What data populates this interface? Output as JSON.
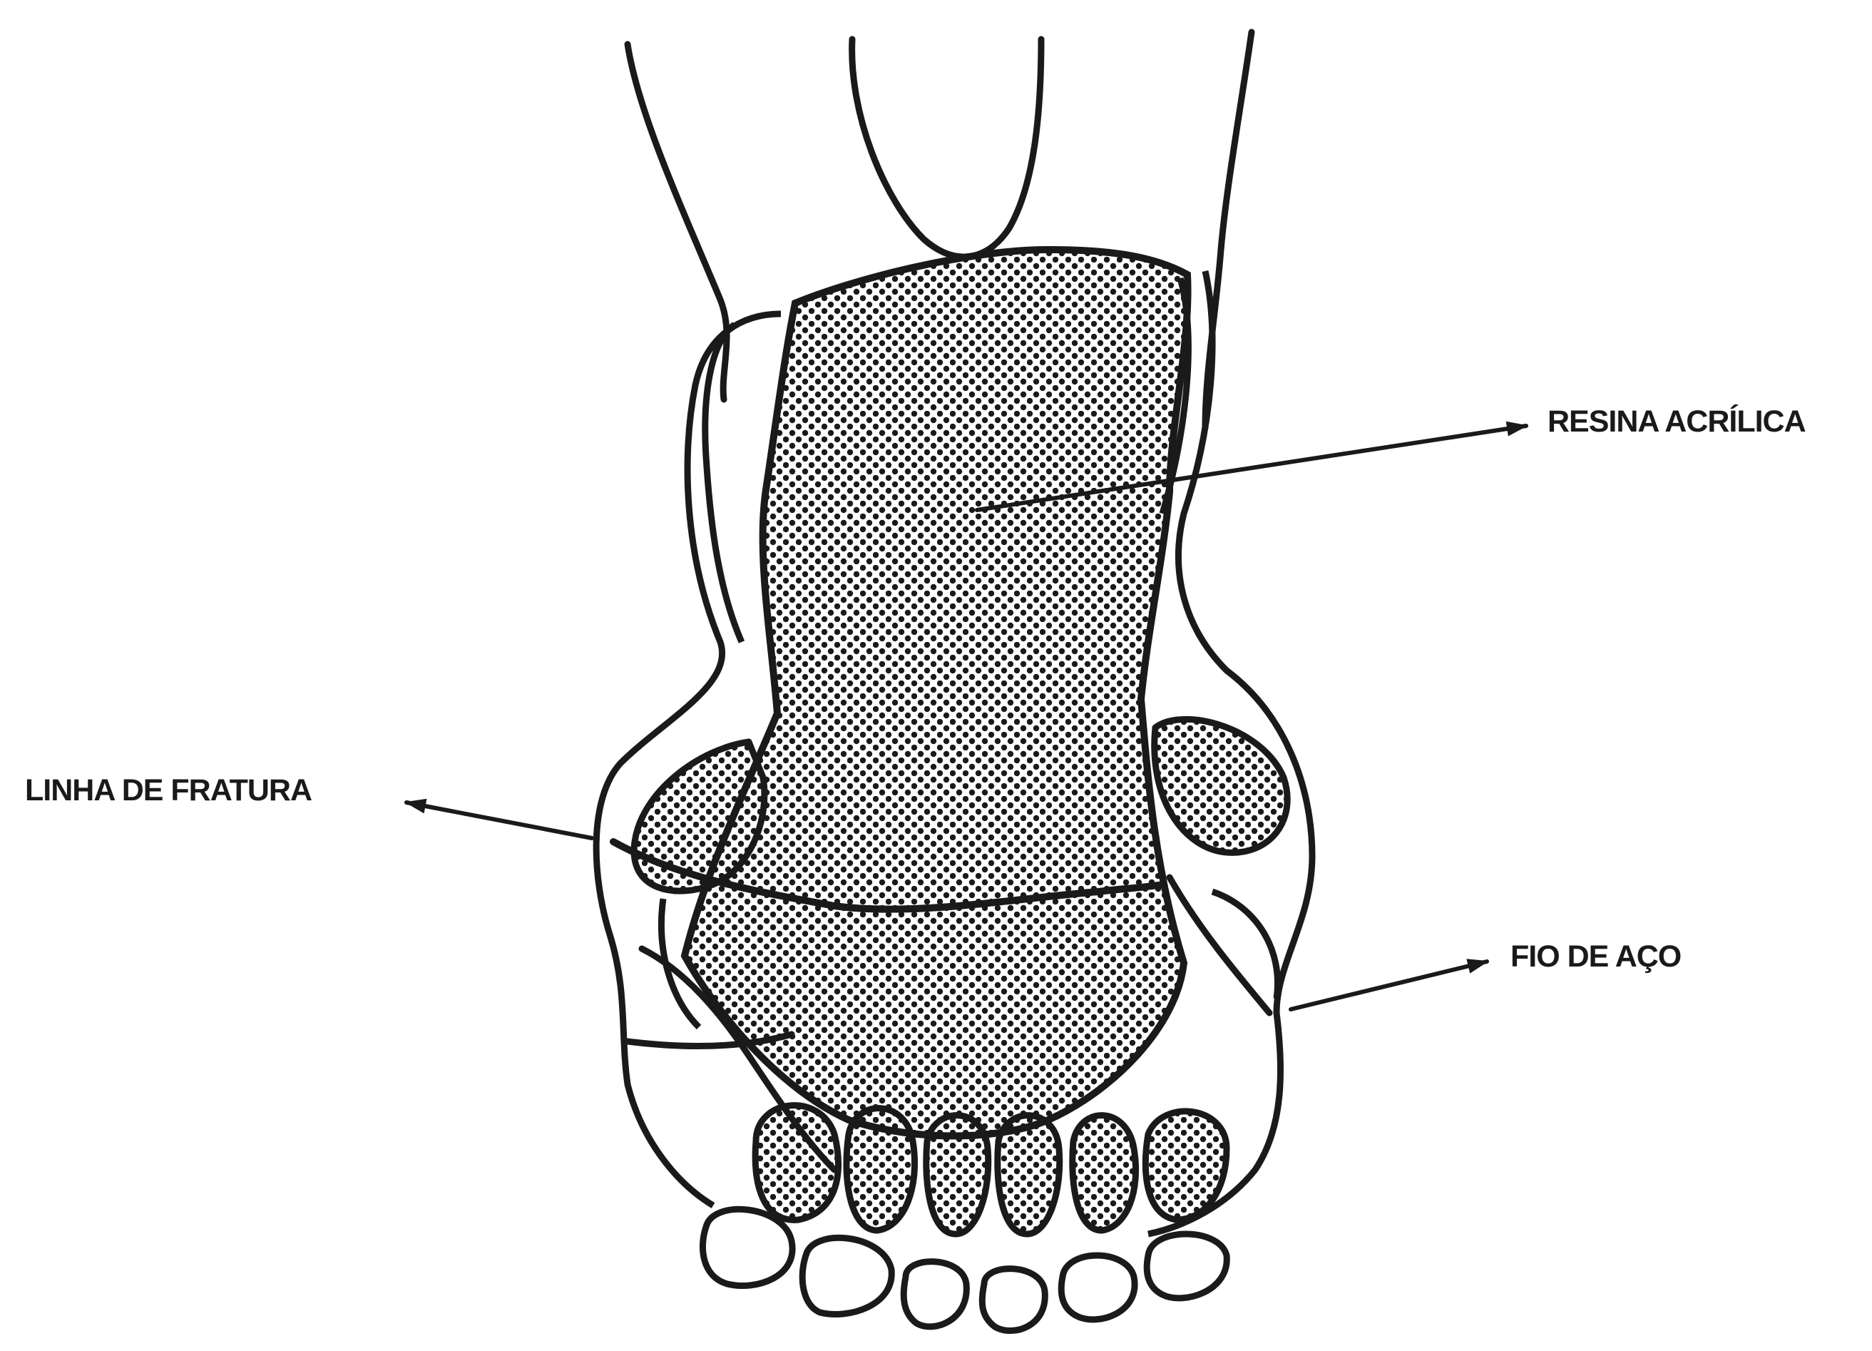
{
  "labels": {
    "resina": "RESINA ACRÍLICA",
    "linha": "LINHA DE FRATURA",
    "fio": "FIO DE AÇO"
  },
  "colors": {
    "ink": "#1a1a1a",
    "background": "#ffffff"
  }
}
